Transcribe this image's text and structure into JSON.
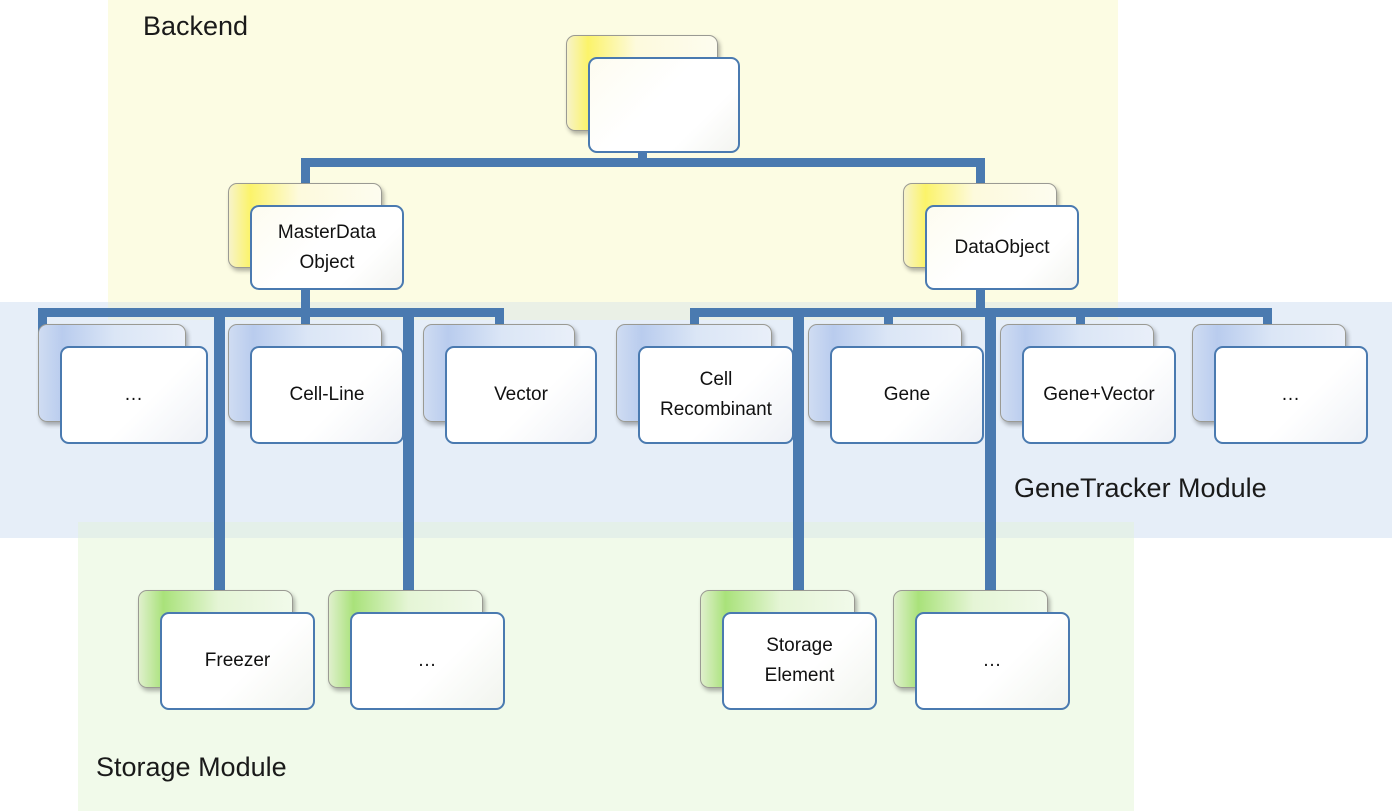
{
  "diagram": {
    "title": "Backend / GeneTracker / Storage module hierarchy",
    "bands": [
      {
        "key": "backend",
        "label": "Backend",
        "color": "#fcfce3"
      },
      {
        "key": "gene",
        "label": "GeneTracker Module",
        "color": "#e6eef8"
      },
      {
        "key": "storage",
        "label": "Storage Module",
        "color": "#f1faea"
      }
    ],
    "colors": {
      "connector": "#4a7ab0",
      "node_border": "#4a7ab0",
      "backend_accent": "#fbf36a",
      "gene_accent": "#b9ccee",
      "storage_accent": "#a9e27a",
      "backend_band": "#fcfce3",
      "gene_band": "#e6eef8",
      "storage_band": "#f1faea"
    },
    "nodes": {
      "root": {
        "label": "",
        "band": "backend"
      },
      "master_data_object": {
        "label": "MasterData\nObject",
        "band": "backend"
      },
      "data_object": {
        "label": "DataObject",
        "band": "backend"
      },
      "md_more": {
        "label": "…",
        "band": "gene"
      },
      "cell_line": {
        "label": "Cell-Line",
        "band": "gene"
      },
      "vector": {
        "label": "Vector",
        "band": "gene"
      },
      "cell_recombinant": {
        "label": "Cell\nRecombinant",
        "band": "gene"
      },
      "gene": {
        "label": "Gene",
        "band": "gene"
      },
      "gene_vector": {
        "label": "Gene+Vector",
        "band": "gene"
      },
      "do_more": {
        "label": "…",
        "band": "gene"
      },
      "freezer": {
        "label": "Freezer",
        "band": "storage"
      },
      "freezer_more": {
        "label": "…",
        "band": "storage"
      },
      "storage_element": {
        "label": "Storage\nElement",
        "band": "storage"
      },
      "storage_more": {
        "label": "…",
        "band": "storage"
      }
    },
    "edges": [
      {
        "from": "root",
        "to": "master_data_object"
      },
      {
        "from": "root",
        "to": "data_object"
      },
      {
        "from": "master_data_object",
        "to": "md_more"
      },
      {
        "from": "master_data_object",
        "to": "cell_line"
      },
      {
        "from": "master_data_object",
        "to": "vector"
      },
      {
        "from": "master_data_object",
        "to": "freezer"
      },
      {
        "from": "master_data_object",
        "to": "freezer_more"
      },
      {
        "from": "data_object",
        "to": "cell_recombinant"
      },
      {
        "from": "data_object",
        "to": "gene"
      },
      {
        "from": "data_object",
        "to": "gene_vector"
      },
      {
        "from": "data_object",
        "to": "do_more"
      },
      {
        "from": "data_object",
        "to": "storage_element"
      },
      {
        "from": "data_object",
        "to": "storage_more"
      }
    ]
  }
}
